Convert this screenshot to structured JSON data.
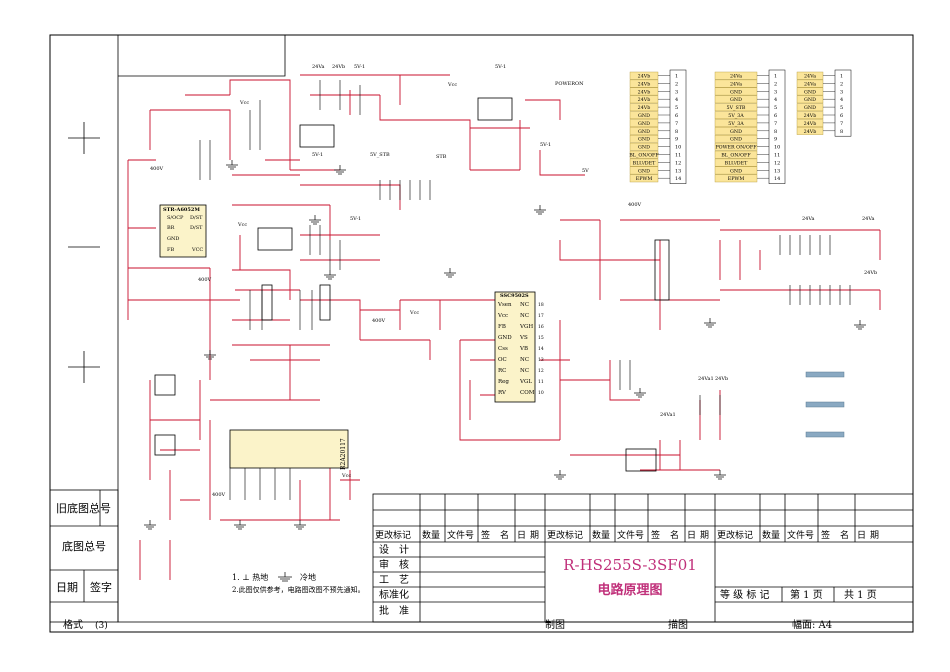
{
  "side_labels": [
    "旧底图总号",
    "底图总号",
    "日期",
    "签字"
  ],
  "footer": {
    "format": "格式",
    "format_num": "(3)",
    "drawn": "制图",
    "traced": "描图",
    "sheet_size": "幅面: A4"
  },
  "title_block": {
    "change_headers": [
      "更改标记",
      "数量",
      "文件号",
      "签",
      "名",
      "日",
      "期",
      "更改标记",
      "数量",
      "文件号",
      "签",
      "名",
      "日",
      "期",
      "更改标记",
      "数量",
      "文件号",
      "签",
      "名",
      "日",
      "期"
    ],
    "approvals": [
      "设　计",
      "审　核",
      "工　艺",
      "标准化",
      "批　准"
    ],
    "drawing_no": "R-HS255S-3SF01",
    "drawing_name": "电路原理图",
    "grade": "等 级 标 记",
    "page_no": "第 1 页",
    "page_total": "共 1 页"
  },
  "notes": {
    "hot_ground": "1. ⊥ 热地",
    "cold_ground": "冷地",
    "note2": "2.此图仅供参考，电路图改图不预先通知。"
  },
  "ics": {
    "str": {
      "name": "STR-A6052M",
      "pins_left": [
        "S/OCP",
        "BR",
        "GND",
        "FB"
      ],
      "pins_right": [
        "D/ST",
        "D/ST",
        "",
        "VCC"
      ]
    },
    "ssc": {
      "name": "SSC9502S",
      "pins_left": [
        "Vsen",
        "Vcc",
        "FB",
        "GND",
        "Css",
        "OC",
        "RC",
        "Reg",
        "RV"
      ],
      "pins_right": [
        "NC",
        "NC",
        "VGH",
        "VS",
        "VB",
        "NC",
        "NC",
        "VGL",
        "COM"
      ],
      "nums_right": [
        "18",
        "17",
        "16",
        "15",
        "14",
        "13",
        "12",
        "11",
        "10"
      ]
    },
    "r2a": {
      "name": "R2A20117"
    }
  },
  "nets": [
    "24Va",
    "24Vb",
    "5V-1",
    "Vcc",
    "400V",
    "5V_STB",
    "STB",
    "5V",
    "24Va1",
    "POWERON"
  ],
  "connectors": [
    {
      "pins": [
        "24Vb",
        "24Vb",
        "24Vb",
        "24Vb",
        "24Vb",
        "GND",
        "GND",
        "GND",
        "GND",
        "GND",
        "BL_ON/OFF",
        "BLU/DET",
        "GND",
        "EPWM"
      ],
      "nums": [
        "1",
        "2",
        "3",
        "4",
        "5",
        "6",
        "7",
        "8",
        "9",
        "10",
        "11",
        "12",
        "13",
        "14"
      ]
    },
    {
      "pins": [
        "24Va",
        "24Va",
        "GND",
        "GND",
        "5V_STB",
        "5V_3A",
        "5V_3A",
        "GND",
        "GND",
        "POWER ON/OFF",
        "BL_ON/OFF",
        "BLU/DET",
        "GND",
        "EPWM"
      ],
      "nums": [
        "1",
        "2",
        "3",
        "4",
        "5",
        "6",
        "7",
        "8",
        "9",
        "10",
        "11",
        "12",
        "13",
        "14"
      ]
    },
    {
      "pins": [
        "24Va",
        "24Va",
        "GND",
        "GND",
        "GND",
        "24Vb",
        "24Vb",
        "24Vb"
      ],
      "nums": [
        "1",
        "2",
        "3",
        "4",
        "5",
        "6",
        "7",
        "8"
      ]
    }
  ],
  "colors": {
    "wire": "#c8102e",
    "ic_fill": "#fbf3c9",
    "conn_fill": "#fbe59a",
    "title_pink": "#c0307a",
    "net_green": "#1a8a1a",
    "hatch": "#8aa9c2"
  }
}
